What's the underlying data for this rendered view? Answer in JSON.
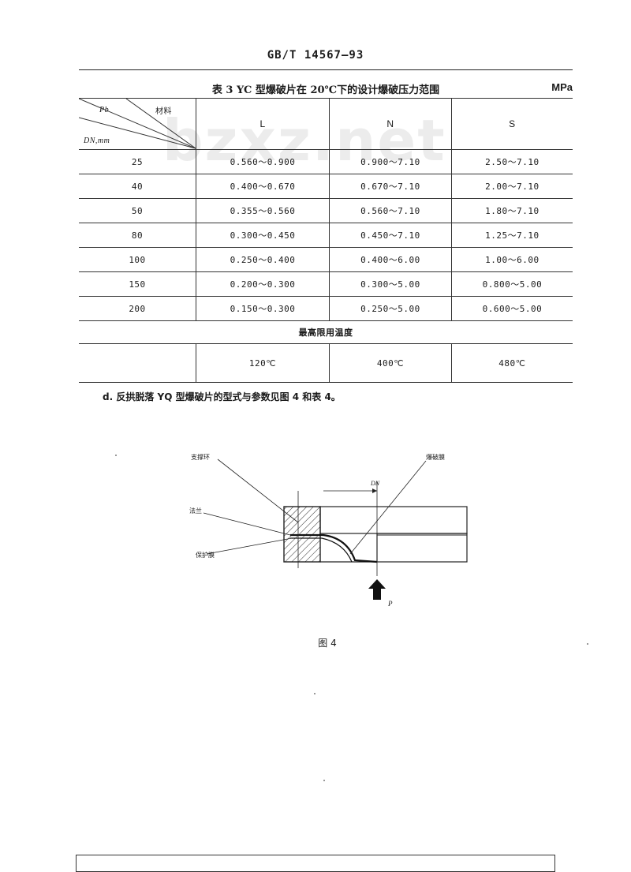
{
  "header": {
    "standard_code": "GB/T 14567—93"
  },
  "table": {
    "caption": "表 3   YC 型爆破片在 20℃下的设计爆破压力范围",
    "unit": "MPa",
    "diag_top_left": "Pb",
    "diag_top_right": "材料",
    "diag_bottom": "DN,mm",
    "col_headers": [
      "L",
      "N",
      "S"
    ],
    "rows": [
      {
        "dn": "25",
        "l": "0.560～0.900",
        "n": "0.900～7.10",
        "s": "2.50～7.10"
      },
      {
        "dn": "40",
        "l": "0.400～0.670",
        "n": "0.670～7.10",
        "s": "2.00～7.10"
      },
      {
        "dn": "50",
        "l": "0.355～0.560",
        "n": "0.560～7.10",
        "s": "1.80～7.10"
      },
      {
        "dn": "80",
        "l": "0.300～0.450",
        "n": "0.450～7.10",
        "s": "1.25～7.10"
      },
      {
        "dn": "100",
        "l": "0.250～0.400",
        "n": "0.400～6.00",
        "s": "1.00～6.00"
      },
      {
        "dn": "150",
        "l": "0.200～0.300",
        "n": "0.300～5.00",
        "s": "0.800～5.00"
      },
      {
        "dn": "200",
        "l": "0.150～0.300",
        "n": "0.250～5.00",
        "s": "0.600～5.00"
      }
    ],
    "temp_title": "最高限用温度",
    "temps": [
      "120℃",
      "400℃",
      "480℃"
    ]
  },
  "paragraph": "d.   反拱脱落 YQ 型爆破片的型式与参数见图 4 和表 4。",
  "figure": {
    "label_support_ring": "支撑环",
    "label_flange": "法兰",
    "label_protective_film": "保护膜",
    "label_burst_disc": "爆破膜",
    "label_dn": "DN",
    "label_p": "P",
    "caption": "图 4"
  },
  "watermark": "bzxz.net"
}
